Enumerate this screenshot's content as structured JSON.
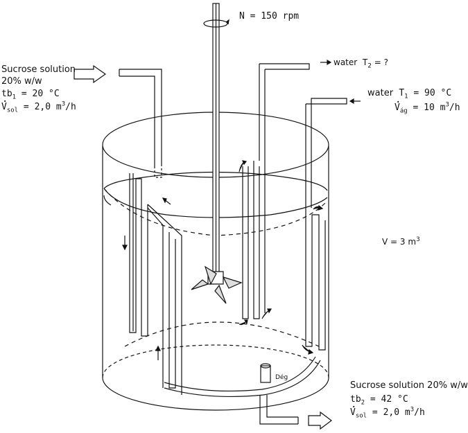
{
  "speed": {
    "label": "N = 150 rpm"
  },
  "inlet": {
    "title": "Sucrose solution",
    "concentration": "20% w/w",
    "temp_sym": "tb",
    "temp_sub": "1",
    "temp_val": "= 20 °C",
    "flow_sym": "V",
    "flow_sub": "sol",
    "flow_val": "= 2,0 m",
    "flow_exp": "3",
    "flow_unit": "/h"
  },
  "water_out": {
    "label": "water",
    "temp_sym": "T",
    "temp_sub": "2",
    "temp_val": "= ?"
  },
  "water_in": {
    "label": "water",
    "temp_sym": "T",
    "temp_sub": "1",
    "temp_val": "= 90 °C",
    "flow_sym": "V",
    "flow_sub": "ág",
    "flow_val": "= 10 m",
    "flow_exp": "3",
    "flow_unit": "/h"
  },
  "volume": {
    "label": "V = 3 m",
    "exp": "3"
  },
  "drain": {
    "label": "Dég"
  },
  "outlet": {
    "title": "Sucrose solution 20% w/w",
    "temp_sym": "tb",
    "temp_sub": "2",
    "temp_val": "= 42 °C",
    "flow_sym": "V",
    "flow_sub": "sol",
    "flow_val": "= 2,0 m",
    "flow_exp": "3",
    "flow_unit": "/h"
  }
}
